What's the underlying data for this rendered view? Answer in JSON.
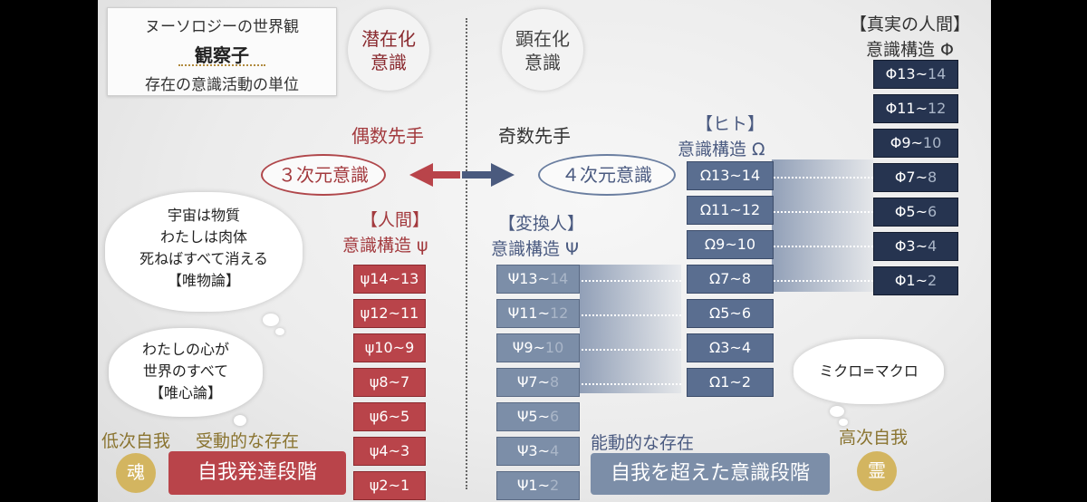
{
  "title": {
    "line1": "ヌーソロジーの世界観",
    "line2": "観察子",
    "line3": "存在の意識活動の単位"
  },
  "latent": {
    "line1": "潜在化",
    "line2": "意識"
  },
  "manifest": {
    "line1": "顕在化",
    "line2": "意識"
  },
  "even_first": "偶数先手",
  "odd_first": "奇数先手",
  "dim3": "３次元意識",
  "dim4": "４次元意識",
  "human": {
    "bracket": "【人間】",
    "structure": "意識構造 ψ",
    "items": [
      "ψ14~13",
      "ψ12~11",
      "ψ10~9",
      "ψ8~7",
      "ψ6~5",
      "ψ4~3",
      "ψ2~1"
    ]
  },
  "transformer": {
    "bracket": "【変換人】",
    "structure": "意識構造 Ψ",
    "items": [
      {
        "a": "Ψ13~",
        "b": "14"
      },
      {
        "a": "Ψ11~",
        "b": "12"
      },
      {
        "a": "Ψ9~",
        "b": "10"
      },
      {
        "a": "Ψ7~",
        "b": "8"
      },
      {
        "a": "Ψ5~",
        "b": "6"
      },
      {
        "a": "Ψ3~",
        "b": "4"
      },
      {
        "a": "Ψ1~",
        "b": "2"
      }
    ]
  },
  "hito": {
    "bracket": "【ヒト】",
    "structure": "意識構造 Ω",
    "items": [
      "Ω13~14",
      "Ω11~12",
      "Ω9~10",
      "Ω7~8",
      "Ω5~6",
      "Ω3~4",
      "Ω1~2"
    ]
  },
  "true_human": {
    "bracket": "【真実の人間】",
    "structure": "意識構造 Φ",
    "items": [
      {
        "a": "Φ13~",
        "b": "14"
      },
      {
        "a": "Φ11~",
        "b": "12"
      },
      {
        "a": "Φ9~",
        "b": "10"
      },
      {
        "a": "Φ7~",
        "b": "8"
      },
      {
        "a": "Φ5~",
        "b": "6"
      },
      {
        "a": "Φ3~",
        "b": "4"
      },
      {
        "a": "Φ1~",
        "b": "2"
      }
    ]
  },
  "cloud1": {
    "l1": "宇宙は物質",
    "l2": "わたしは肉体",
    "l3": "死ねばすべて消える",
    "l4": "【唯物論】"
  },
  "cloud2": {
    "l1": "わたしの心が",
    "l2": "世界のすべて",
    "l3": "【唯心論】"
  },
  "cloud3": "ミクロ=マクロ",
  "lower_self": "低次自我",
  "passive": "受動的な存在",
  "soul": "魂",
  "ego_stage": "自我発達段階",
  "active": "能動的な存在",
  "beyond_ego": "自我を超えた意識段階",
  "higher_self": "高次自我",
  "spirit": "霊",
  "colors": {
    "red": "#b9444a",
    "blue_light": "#7c8ea8",
    "blue_mid": "#5a6e90",
    "navy": "#263450",
    "gold": "#d3b560"
  }
}
